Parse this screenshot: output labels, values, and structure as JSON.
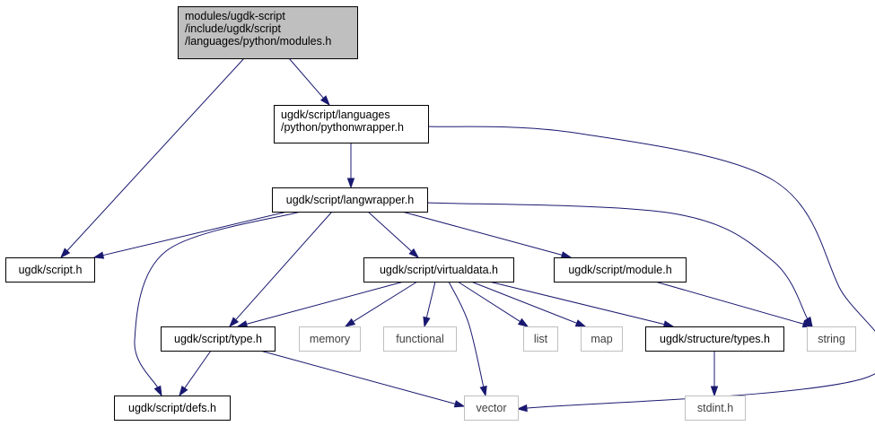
{
  "graph": {
    "nodes": [
      {
        "id": "modules_h",
        "lines": [
          "modules/ugdk-script",
          "/include/ugdk/script",
          "/languages/python/modules.h"
        ],
        "style": "root"
      },
      {
        "id": "pythonwrapper_h",
        "lines": [
          "ugdk/script/languages",
          "/python/pythonwrapper.h"
        ],
        "style": "normal"
      },
      {
        "id": "langwrapper_h",
        "lines": [
          "ugdk/script/langwrapper.h"
        ],
        "style": "normal"
      },
      {
        "id": "script_h",
        "lines": [
          "ugdk/script.h"
        ],
        "style": "normal"
      },
      {
        "id": "virtualdata_h",
        "lines": [
          "ugdk/script/virtualdata.h"
        ],
        "style": "normal"
      },
      {
        "id": "module_h",
        "lines": [
          "ugdk/script/module.h"
        ],
        "style": "normal"
      },
      {
        "id": "type_h",
        "lines": [
          "ugdk/script/type.h"
        ],
        "style": "normal"
      },
      {
        "id": "memory",
        "lines": [
          "memory"
        ],
        "style": "external"
      },
      {
        "id": "functional",
        "lines": [
          "functional"
        ],
        "style": "external"
      },
      {
        "id": "list",
        "lines": [
          "list"
        ],
        "style": "external"
      },
      {
        "id": "map",
        "lines": [
          "map"
        ],
        "style": "external"
      },
      {
        "id": "types_h",
        "lines": [
          "ugdk/structure/types.h"
        ],
        "style": "normal"
      },
      {
        "id": "string",
        "lines": [
          "string"
        ],
        "style": "external"
      },
      {
        "id": "defs_h",
        "lines": [
          "ugdk/script/defs.h"
        ],
        "style": "normal"
      },
      {
        "id": "vector",
        "lines": [
          "vector"
        ],
        "style": "external"
      },
      {
        "id": "stdint_h",
        "lines": [
          "stdint.h"
        ],
        "style": "external"
      }
    ],
    "edges": [
      {
        "from": "modules_h",
        "to": "pythonwrapper_h"
      },
      {
        "from": "modules_h",
        "to": "script_h"
      },
      {
        "from": "pythonwrapper_h",
        "to": "langwrapper_h"
      },
      {
        "from": "pythonwrapper_h",
        "to": "vector"
      },
      {
        "from": "langwrapper_h",
        "to": "script_h"
      },
      {
        "from": "langwrapper_h",
        "to": "virtualdata_h"
      },
      {
        "from": "langwrapper_h",
        "to": "module_h"
      },
      {
        "from": "langwrapper_h",
        "to": "type_h"
      },
      {
        "from": "langwrapper_h",
        "to": "defs_h"
      },
      {
        "from": "langwrapper_h",
        "to": "string"
      },
      {
        "from": "virtualdata_h",
        "to": "type_h"
      },
      {
        "from": "virtualdata_h",
        "to": "memory"
      },
      {
        "from": "virtualdata_h",
        "to": "functional"
      },
      {
        "from": "virtualdata_h",
        "to": "list"
      },
      {
        "from": "virtualdata_h",
        "to": "map"
      },
      {
        "from": "virtualdata_h",
        "to": "types_h"
      },
      {
        "from": "virtualdata_h",
        "to": "vector"
      },
      {
        "from": "module_h",
        "to": "string"
      },
      {
        "from": "type_h",
        "to": "defs_h"
      },
      {
        "from": "type_h",
        "to": "vector"
      },
      {
        "from": "types_h",
        "to": "stdint_h"
      }
    ]
  }
}
